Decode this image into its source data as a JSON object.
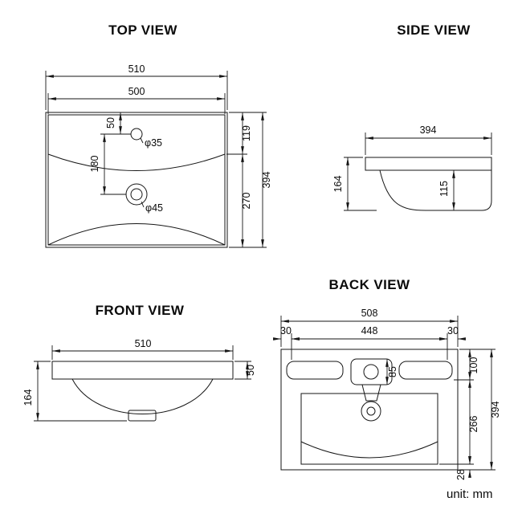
{
  "page": {
    "unit_label": "unit: mm"
  },
  "top_view": {
    "title": "TOP VIEW",
    "outer_width": "510",
    "inner_width": "500",
    "faucet_offset": "50",
    "faucet_to_drain": "180",
    "faucet_hole_dia": "φ35",
    "drain_hole_dia": "φ45",
    "back_depth": "119",
    "front_depth": "270",
    "total_depth": "394"
  },
  "side_view": {
    "title": "SIDE VIEW",
    "depth": "394",
    "height": "164",
    "bowl_depth": "115"
  },
  "front_view": {
    "title": "FRONT VIEW",
    "width": "510",
    "rim_thickness": "50",
    "height": "164"
  },
  "back_view": {
    "title": "BACK VIEW",
    "total_width": "508",
    "left_margin": "30",
    "inner_width": "448",
    "right_margin": "30",
    "bracket_height": "85",
    "upper_height": "100",
    "middle_height": "266",
    "lower_height": "28",
    "total_height": "394"
  }
}
